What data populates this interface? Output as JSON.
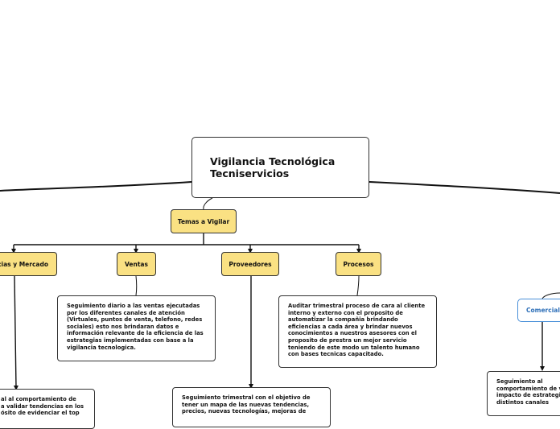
{
  "central": {
    "title_line1": "Vigilancia Tecnológica",
    "title_line2": "Tecniservicios"
  },
  "hub": {
    "label": "Temas a Vigilar"
  },
  "topics": [
    {
      "label": "Tendencias y Mercado",
      "shown": "cias y Mercado"
    },
    {
      "label": "Ventas"
    },
    {
      "label": "Proveedores"
    },
    {
      "label": "Procesos"
    }
  ],
  "notes": {
    "ventas": [
      "Seguimiento diario a las ventas ejecutadas",
      "por los diferentes canales de atención",
      "(Virtuales, puntos de venta, telefono, redes",
      "sociales) esto nos brindaran datos e",
      "información relevante de la eficiencia de las",
      "estrategias implementadas con base a la",
      "vigilancia tecnologica."
    ],
    "procesos": [
      "Auditar trimestral proceso de cara al cliente",
      "interno y externo con el proposito de",
      "automatizar la compañia brindando",
      "eficiencias a cada área y brindar nuevos",
      "conocimientos a nuestros asesores con el",
      "proposito de prestra un mejor servicio",
      "teniendo de este modo un talento humano",
      "con bases tecnicas capacitado."
    ],
    "tendencias": [
      "al al comportamiento de",
      "a validar tendencias en los",
      "ósito de evidenciar el top"
    ],
    "proveedores": [
      "Seguimiento trimestral con el objetivo de",
      "tener un mapa de las nuevas tendencias,",
      "precios, nuevas tecnologías, mejoras de"
    ],
    "comercial": [
      "Seguimiento al",
      "comportamiento de v",
      "impacto de estrategi",
      "distintos canales"
    ]
  },
  "comercial": {
    "label": "Comercial"
  },
  "colors": {
    "topic_fill": "#fae183",
    "border": "#333333",
    "comercial_border": "#4a90d9",
    "comercial_text": "#2d6fb8"
  }
}
